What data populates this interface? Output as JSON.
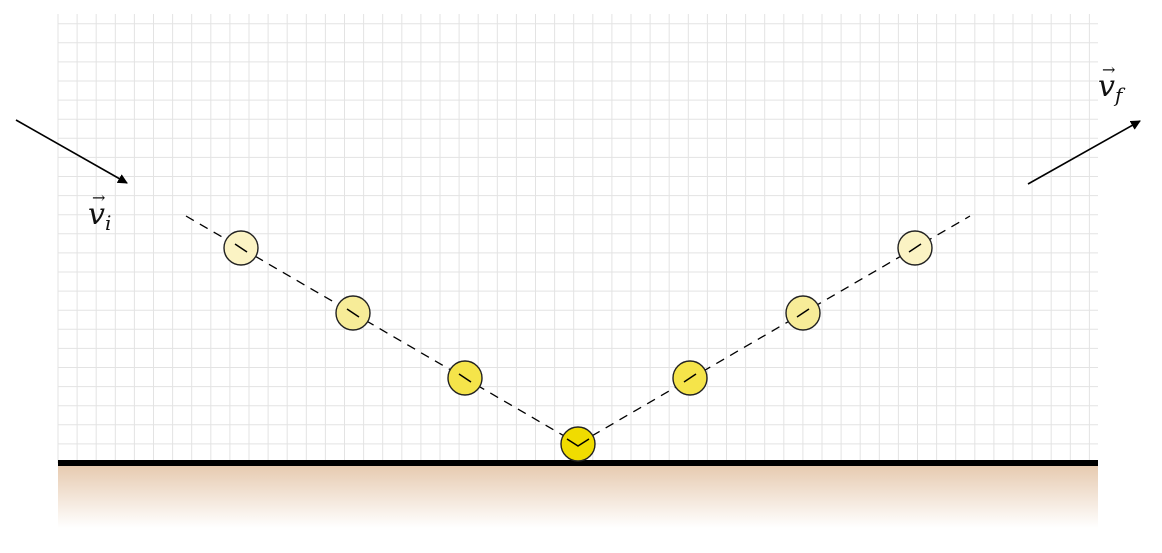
{
  "labels": {
    "vi_symbol": "v",
    "vi_sub": "i",
    "vf_symbol": "v",
    "vf_sub": "f",
    "vector_arrow": "→"
  },
  "colors": {
    "grid_line": "#e3e3e3",
    "ground_line": "#000000",
    "ground_fill_top": "#e6c9ae",
    "ground_fill_bottom": "#ffffff",
    "ball_faint": "#fbf3c4",
    "ball_light": "#f7ec98",
    "ball_mid": "#f5e44a",
    "ball_bright": "#f0dc00",
    "trajectory": "#000000",
    "arrow": "#000000"
  },
  "diagram": {
    "description_type": "bouncing-ball-trajectory",
    "ball_count": 7
  }
}
